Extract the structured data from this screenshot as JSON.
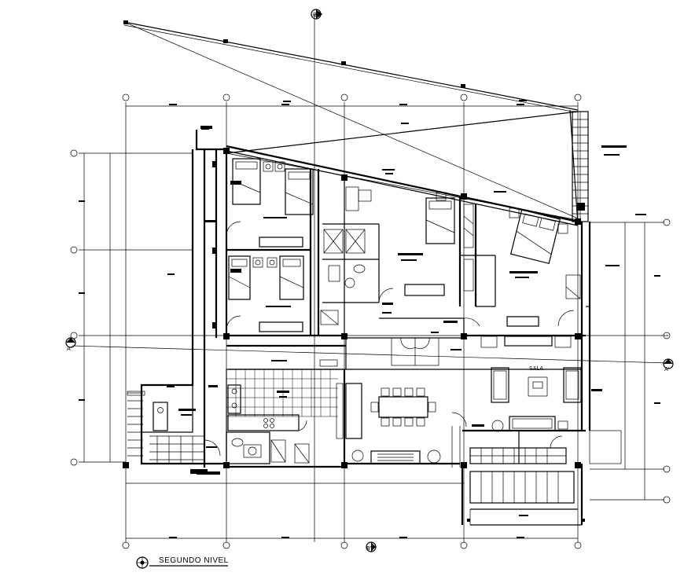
{
  "plan": {
    "title": "SEGUNDO NIVEL",
    "room_label_sala": "SALA",
    "section_marks": [
      "A'",
      "A'",
      "B'",
      "B'"
    ]
  }
}
